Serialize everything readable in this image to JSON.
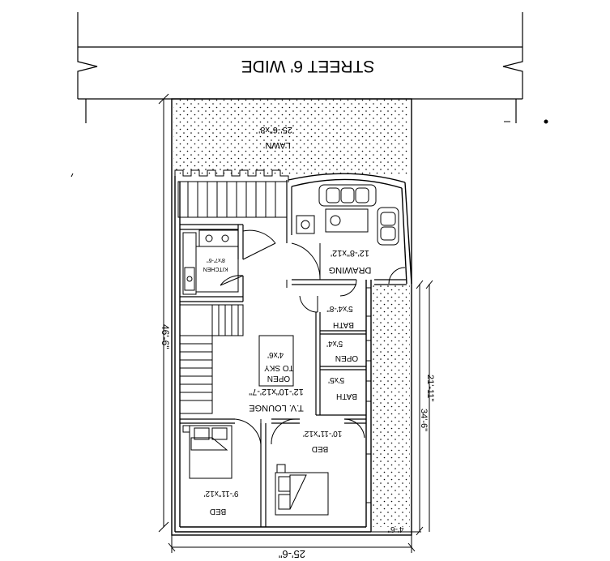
{
  "street": {
    "label": "STREET 6' WIDE"
  },
  "rooms": {
    "lawn": {
      "name": "LAWN",
      "size": "25'-6\"x8'"
    },
    "drawing": {
      "name": "DRAWING",
      "size": "12'-8\"x12'"
    },
    "kitchen": {
      "name": "KITCHEN",
      "size": "8'x7'-6\""
    },
    "bath1": {
      "name": "BATH",
      "size": "5'x4'-8\""
    },
    "open_small": {
      "name": "OPEN",
      "size": "5'x4'"
    },
    "bath2": {
      "name": "BATH",
      "size": "5'x5'"
    },
    "open_sky": {
      "line1": "OPEN",
      "line2": "TO SKY",
      "size": "4'x6'"
    },
    "lounge": {
      "name": "T.V. LOUNGE",
      "size": "12'-10\"x12'-7\""
    },
    "bed_right": {
      "name": "BED",
      "size": "10'-11\"x12'"
    },
    "bed_left": {
      "name": "BED",
      "size": "9'-11\"x12'"
    }
  },
  "dimensions": {
    "bottom_width": "25'-6\"",
    "left_height": "46'-6\"",
    "right_total": "34'-6\"",
    "right_partial": "21'-11\"",
    "setback": "4'-6\""
  }
}
